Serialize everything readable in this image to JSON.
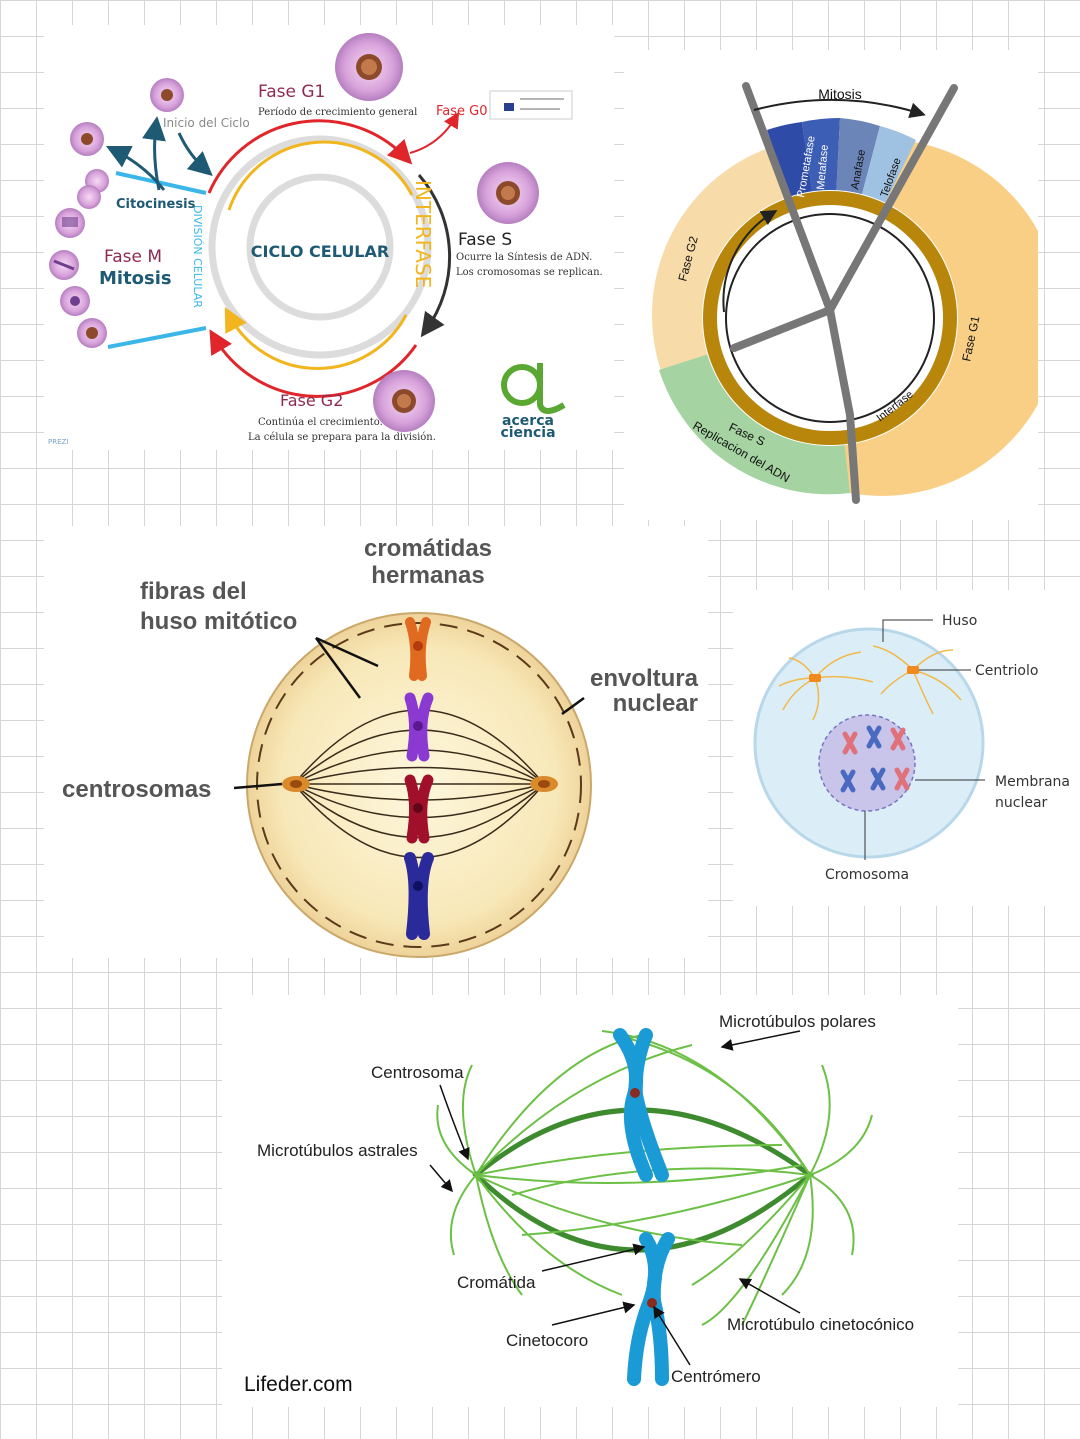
{
  "panel1": {
    "title_center": "CICLO CELULAR",
    "interfase": "INTERFASE",
    "division": "DIVISIÓN CELULAR",
    "g1_title": "Fase G1",
    "g1_desc": "Período de crecimiento general",
    "g0": "Fase G0",
    "s_title": "Fase S",
    "s_desc1": "Ocurre la Síntesis de ADN.",
    "s_desc2": "Los cromosomas se replican.",
    "g2_title": "Fase G2",
    "g2_desc1": "Continúa el crecimiento.",
    "g2_desc2": "La célula se prepara para la división.",
    "inicio": "Inicio del Ciclo",
    "citocinesis": "Citocinesis",
    "fase_m": "Fase M",
    "mitosis": "Mitosis",
    "logo_line1": "acerca",
    "logo_line2": "ciencia",
    "prezi": "PREZI"
  },
  "panel2": {
    "mitosis": "Mitosis",
    "prometafase": "Prometafase",
    "metafase": "Metafase",
    "anafase": "Anafase",
    "telofase": "Telofase",
    "fase_g2": "Fase G2",
    "fase_g1": "Fase G1",
    "fase_s": "Fase S",
    "replicacion": "Replicacion del ADN",
    "interfase": "Interfase",
    "colors": {
      "g1": "#f9cf86",
      "g2": "#f7dba9",
      "s": "#a5d3a1",
      "ring": "#b8860b",
      "mitosis": "#2e4ba8"
    }
  },
  "panel3": {
    "cromatidas1": "cromátidas",
    "cromatidas2": "hermanas",
    "fibras1": "fibras del",
    "fibras2": "huso mitótico",
    "envoltura1": "envoltura",
    "envoltura2": "nuclear",
    "centrosomas": "centrosomas"
  },
  "panel4": {
    "huso": "Huso",
    "centriolo": "Centriolo",
    "membrana1": "Membrana",
    "membrana2": "nuclear",
    "cromosoma": "Cromosoma"
  },
  "panel5": {
    "polares": "Microtúbulos polares",
    "centrosoma": "Centrosoma",
    "astrales": "Microtúbulos astrales",
    "cromatida": "Cromátida",
    "cinetocoro": "Cinetocoro",
    "cinetoconico": "Microtúbulo cinetocónico",
    "centromero": "Centrómero",
    "brand": "Lifeder.com"
  }
}
